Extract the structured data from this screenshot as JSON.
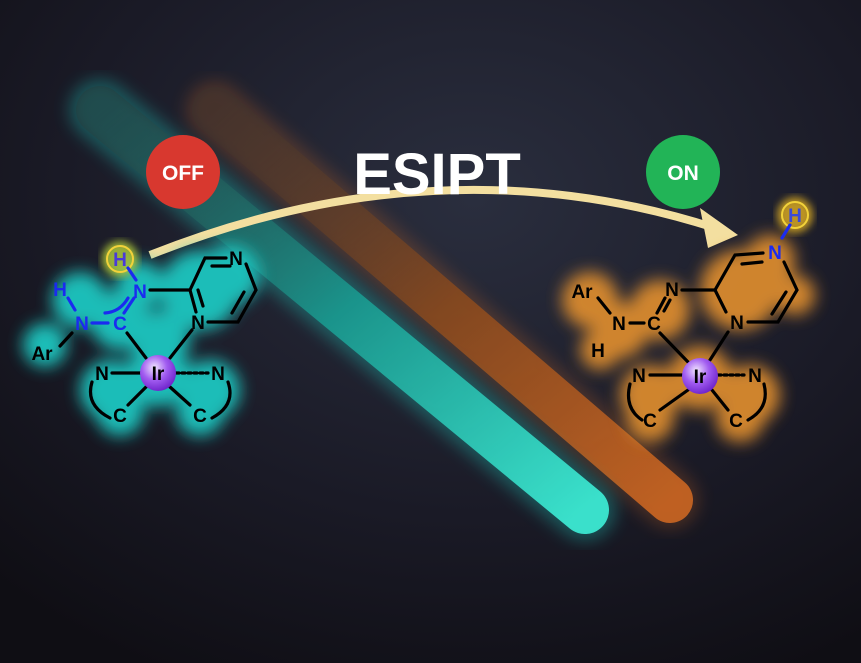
{
  "title": "ESIPT",
  "badges": {
    "off": "OFF",
    "on": "ON"
  },
  "colors": {
    "background": "#14131c",
    "off_badge": "#d8382f",
    "on_badge": "#22b457",
    "cyan_glow": "#1fc6c0",
    "orange_glow": "#d98a2e",
    "arrow": "#f3dfa0",
    "iridium": "#8a3ee0",
    "proton_highlight": "#f2d23a"
  },
  "left_molecule": {
    "state": "OFF",
    "atoms": {
      "h_transfer": "H",
      "n_top": "N",
      "h_amine": "H",
      "n_amine": "N",
      "c_carbene": "C",
      "ar": "Ar",
      "n_pyrazine_top": "N",
      "n_pyrazine_bottom": "N",
      "metal": "Ir",
      "n_left": "N",
      "n_right": "N",
      "c_left": "C",
      "c_right": "C"
    }
  },
  "right_molecule": {
    "state": "ON",
    "atoms": {
      "h_transfer": "H",
      "n_pyrazine_top": "N",
      "ar": "Ar",
      "n_imine": "N",
      "n_amine": "N",
      "h_amine": "H",
      "c_carbene": "C",
      "n_pyrazine_bottom": "N",
      "metal": "Ir",
      "n_left": "N",
      "n_right": "N",
      "c_left": "C",
      "c_right": "C"
    }
  }
}
